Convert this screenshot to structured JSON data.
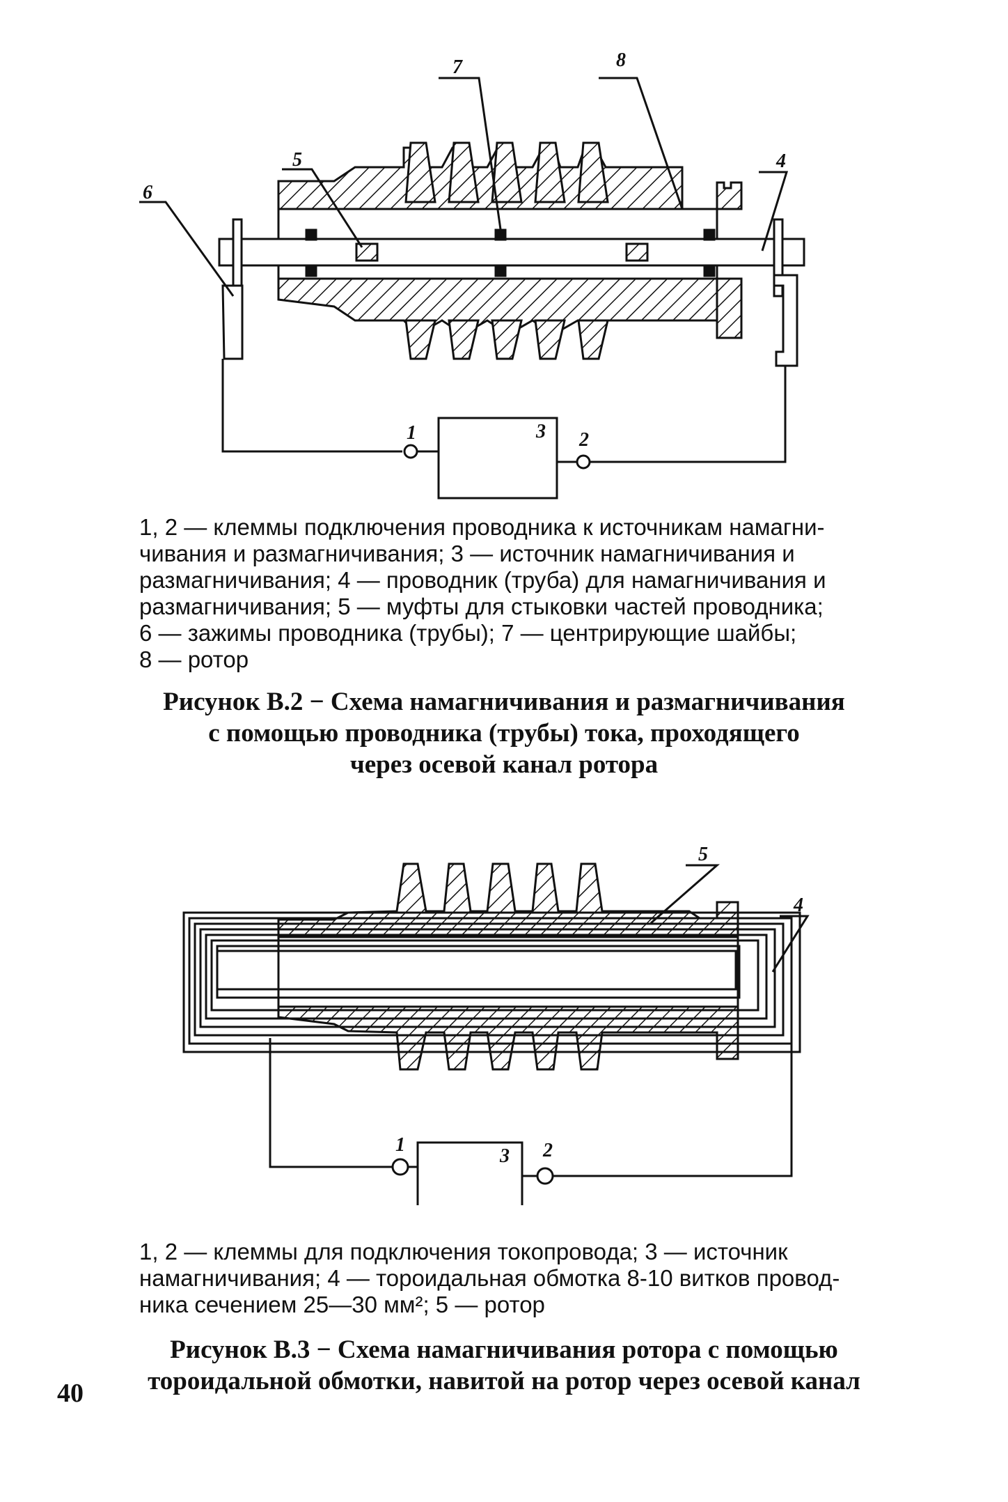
{
  "figure2": {
    "callouts": [
      "1",
      "2",
      "3",
      "4",
      "5",
      "6",
      "7",
      "8"
    ],
    "legend_lines": [
      "1, 2 — клеммы подключения проводника к источникам намагни-",
      "чивания и размагничивания; 3 — источник намагничивания и",
      "размагничивания; 4 — проводник (труба) для намагничивания и",
      "размагничивания; 5 — муфты для стыковки частей проводника;",
      "6 — зажимы проводника (трубы); 7 — центрирующие шайбы;",
      "8 — ротор"
    ],
    "caption_lines": [
      "Рисунок В.2 − Схема намагничивания и размагничивания",
      "с помощью проводника (трубы) тока, проходящего",
      "через осевой канал ротора"
    ]
  },
  "figure3": {
    "callouts": [
      "1",
      "2",
      "3",
      "4",
      "5"
    ],
    "legend_lines": [
      "1, 2 — клеммы для подключения токопровода; 3 — источник",
      "намагничивания; 4 — тороидальная обмотка 8-10 витков провод-",
      "ника сечением 25—30 мм²; 5 — ротор"
    ],
    "caption_lines": [
      "Рисунок В.3 − Схема намагничивания ротора с помощью",
      "тороидальной обмотки, навитой на ротор через осевой канал"
    ]
  },
  "page_number": "40"
}
